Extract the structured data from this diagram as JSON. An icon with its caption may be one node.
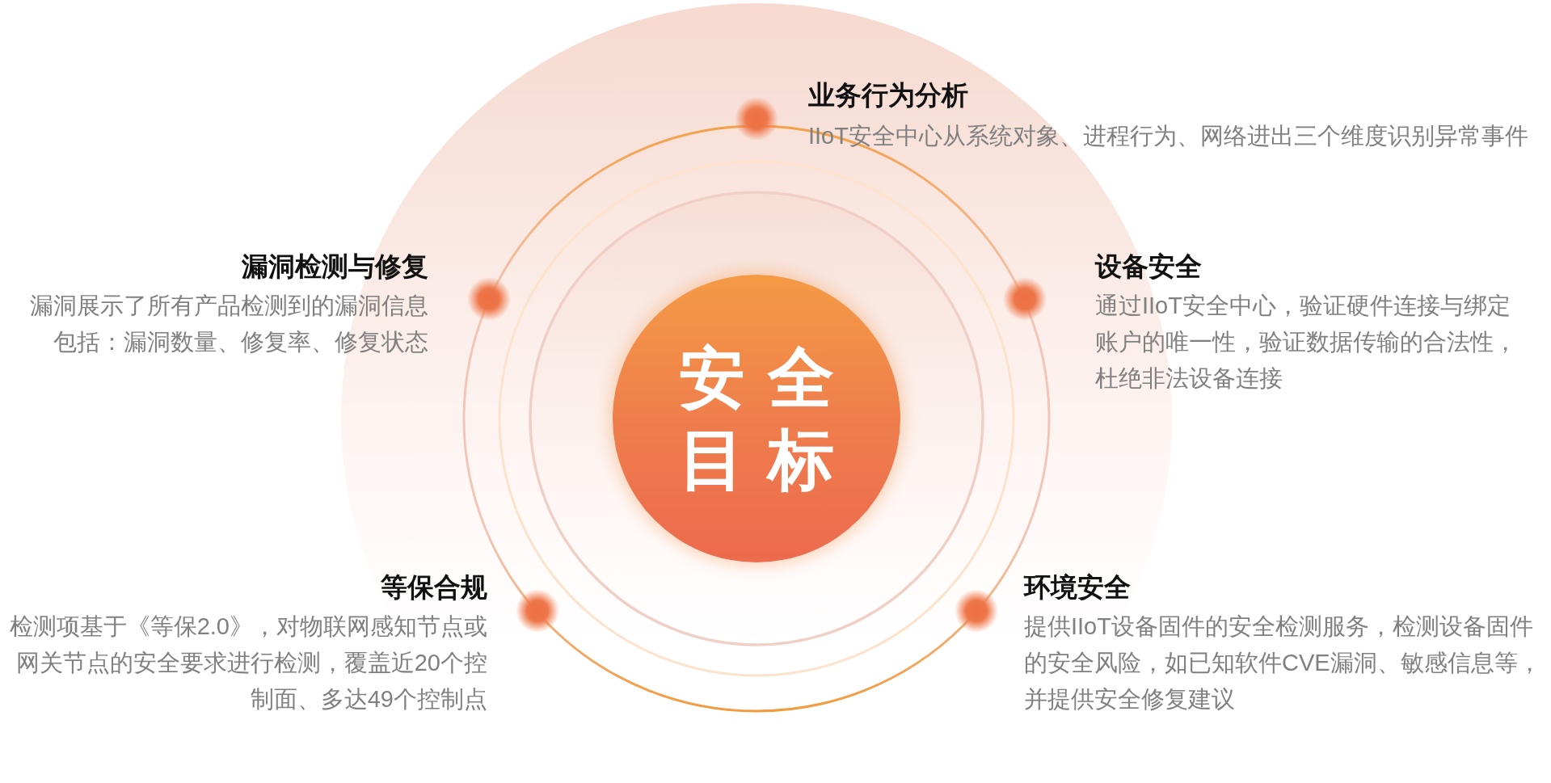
{
  "diagram": {
    "nodes": [
      {
        "text": [
          "安全目标"
        ]
      },
      {
        "text": [],
        "shape": "circle",
        "beside": [
          "业务行为分析",
          "IIoT安全中心从系统对象、进程行为、网络进出三个维度识别异常事件"
        ]
      },
      {
        "text": [],
        "shape": "circle",
        "beside": [
          "漏洞检测与修复",
          "漏洞展示了所有产品检测到的漏洞信息包括：漏洞数量、修复率、修复状态"
        ]
      },
      {
        "text": [],
        "shape": "circle",
        "beside": [
          "设备安全",
          "通过IIoT安全中心，验证硬件连接与绑定账户的唯一性，验证数据传输的合法性，杜绝非法设备连接"
        ]
      },
      {
        "text": [],
        "shape": "circle",
        "beside": [
          "等保合规",
          "检测项基于《等保2.0》，对物联网感知节点或网关节点的安全要求进行检测，覆盖近20个控制面、多达49个控制点"
        ]
      },
      {
        "text": [],
        "shape": "circle",
        "beside": [
          "环境安全",
          "提供IIoT设备固件的安全检测服务，检测设备固件的安全风险，如已知软件CVE漏洞、敏感信息等，并提供安全修复建议"
        ]
      }
    ]
  }
}
